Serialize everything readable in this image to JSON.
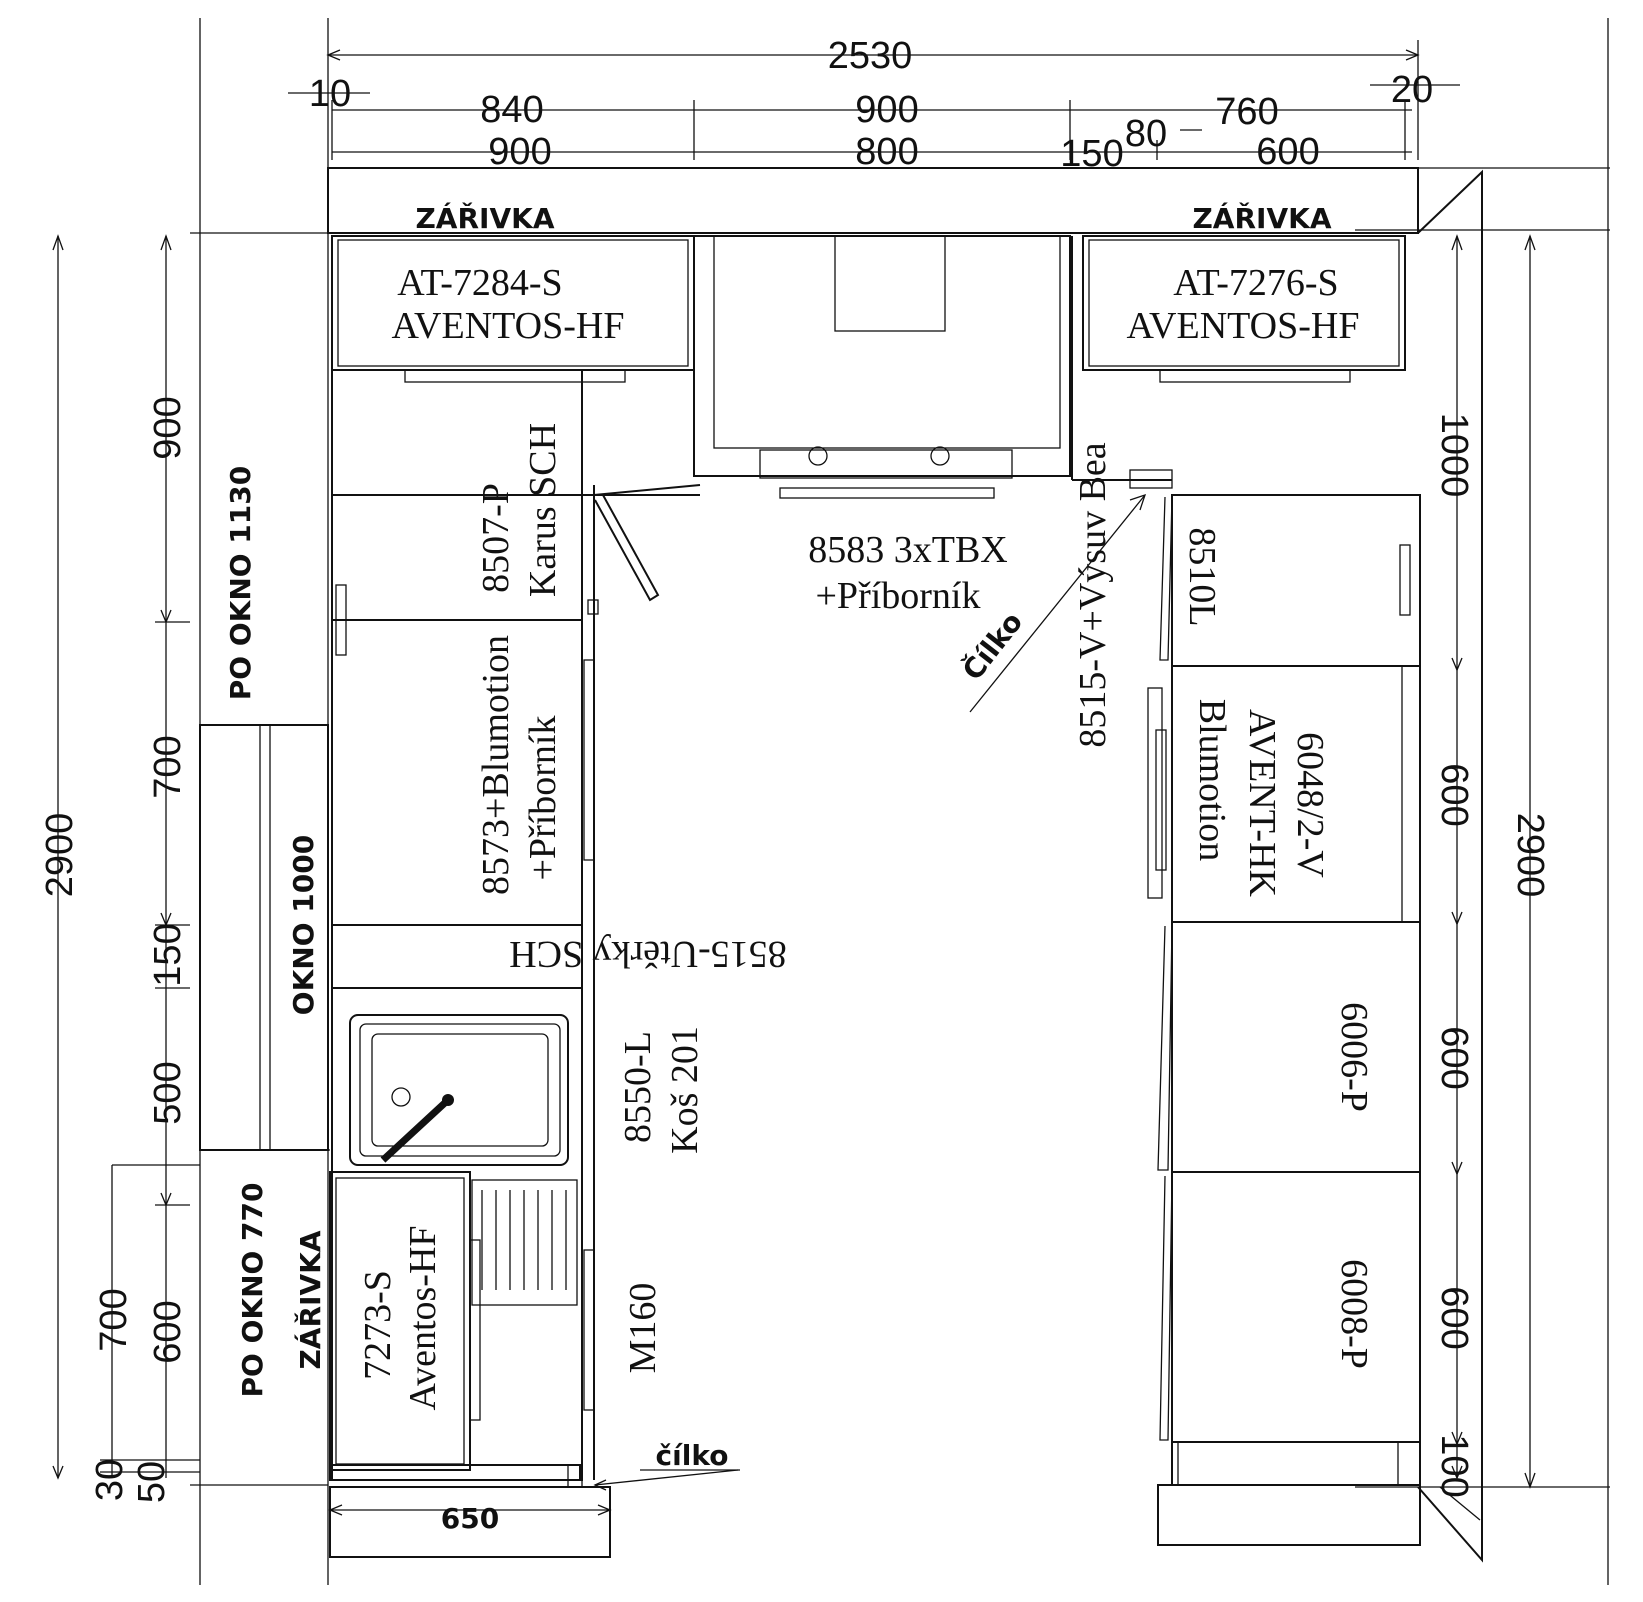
{
  "top_dimensions": {
    "total": "2530",
    "offset_left": "10",
    "offset_right": "20",
    "row1": [
      "840",
      "900",
      "760"
    ],
    "row2": [
      "900",
      "800",
      "150",
      "600"
    ],
    "gap": "80"
  },
  "left_dimensions": {
    "total": "2900",
    "segments": [
      "900",
      "700",
      "150",
      "500",
      "600"
    ],
    "corner_700": "700",
    "bottom_30": "30",
    "bottom_50": "50"
  },
  "right_dimensions": {
    "total": "2900",
    "segments": [
      "1000",
      "600",
      "600",
      "600",
      "100"
    ]
  },
  "bottom_dimension": "650",
  "window_labels": {
    "po_okno_1130": "PO OKNO 1130",
    "okno_1000": "OKNO 1000",
    "po_okno_770": "PO OKNO 770",
    "zarivka_left": "ZÁŘIVKA"
  },
  "light_labels": [
    "ZÁŘIVKA",
    "ZÁŘIVKA"
  ],
  "wall_cabinets": {
    "left": [
      "AT-7284-S",
      "AVENTOS-HF"
    ],
    "right": [
      "AT-7276-S",
      "AVENTOS-HF"
    ],
    "bottom_left": [
      "7273-S",
      "Aventos-HF"
    ]
  },
  "left_run": {
    "karus": [
      "8507-P",
      "Karus SCH"
    ],
    "blumotion": [
      "8573+Blumotion",
      "+Příborník"
    ],
    "uterky": "8515-Utěrky SCH",
    "kos": [
      "8550-L",
      "Koš 201"
    ],
    "m160": "M160"
  },
  "top_run": {
    "tbx": [
      "8583 3xTBX",
      "+Příborník"
    ],
    "vysuv": [
      "8515-V+Výsuv Bea"
    ],
    "cilko": "Čílko"
  },
  "right_run": {
    "c8510": "8510L",
    "aventhk": [
      "6048/2-V",
      "AVENT-HK",
      "Blumotion"
    ],
    "p6006": "6006-P",
    "p6008": "6008-P"
  },
  "cilko_bottom": "čílko"
}
